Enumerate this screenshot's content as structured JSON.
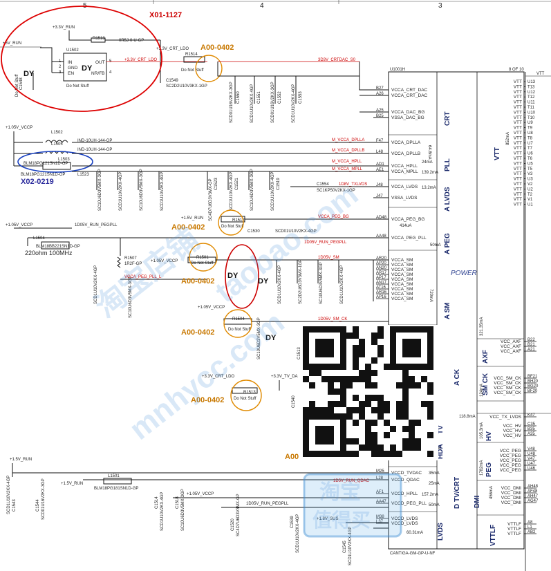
{
  "header": {
    "col5": "5",
    "col4": "4",
    "col3": "3"
  },
  "annotations": {
    "x01": "X01-1127",
    "x02": "X02-0219",
    "a00": "A00-0402",
    "a00_trunc": "A00",
    "power": "POWER",
    "dy": "DY",
    "freq": "220ohm 100MHz"
  },
  "chip": {
    "ref": "U1001H",
    "page": "8 OF 10",
    "part": "CANTIGA-GM-GP-U-NF",
    "vtt_label": "VTT",
    "vtt_current": "852mA",
    "vtt_pins": [
      "U13",
      "T13",
      "U12",
      "T12",
      "U11",
      "T11",
      "U10",
      "T10",
      "U9",
      "T9",
      "U8",
      "T8",
      "U7",
      "T7",
      "U6",
      "T6",
      "U5",
      "T5",
      "V3",
      "U3",
      "V2",
      "U2",
      "T2",
      "V1",
      "U1"
    ],
    "vtt_net": "VTT"
  },
  "left_pins": [
    {
      "pin": "B27",
      "name": "VCCA_CRT_DAC"
    },
    {
      "pin": "A26",
      "name": "VCCA_CRT_DAC"
    },
    {
      "pin": "A25",
      "name": "VCCA_DAC_BG"
    },
    {
      "pin": "B25",
      "name": "VSSA_DAC_BG"
    },
    {
      "pin": "F47",
      "name": "VCCA_DPLLA"
    },
    {
      "pin": "L48",
      "name": "VCCA_DPLLB"
    },
    {
      "pin": "AD1",
      "name": "VCCA_HPLL"
    },
    {
      "pin": "AE1",
      "name": "VCCA_MPLL"
    },
    {
      "pin": "J48",
      "name": "VCCA_LVDS"
    },
    {
      "pin": "J47",
      "name": "VSSA_LVDS"
    },
    {
      "pin": "AD48",
      "name": "VCCA_PEG_BG"
    },
    {
      "pin": "AA48",
      "name": "VCCA_PEG_PLL"
    },
    {
      "pin": "AR20",
      "name": "VCCA_SM"
    },
    {
      "pin": "AP20",
      "name": "VCCA_SM"
    },
    {
      "pin": "AN20",
      "name": "VCCA_SM"
    },
    {
      "pin": "AR17",
      "name": "VCCA_SM"
    },
    {
      "pin": "AP17",
      "name": "VCCA_SM"
    },
    {
      "pin": "AN17",
      "name": "VCCA_SM"
    },
    {
      "pin": "AT16",
      "name": "VCCA_SM"
    },
    {
      "pin": "AR16",
      "name": "VCCA_SM"
    },
    {
      "pin": "AP16",
      "name": "VCCA_SM"
    },
    {
      "pin": "M25",
      "name": "VCCD_TVDAC"
    },
    {
      "pin": "L28",
      "name": "VCCD_QDAC"
    },
    {
      "pin": "AF1",
      "name": "VCCD_HPLL"
    },
    {
      "pin": "AA47",
      "name": "VCCD_PEG_PLL"
    },
    {
      "pin": "M38",
      "name": "VCCD_LVDS"
    },
    {
      "pin": "L37",
      "name": "VCCD_LVDS"
    }
  ],
  "right_pins": [
    {
      "pin": "B22",
      "name": "VCC_AXF"
    },
    {
      "pin": "B21",
      "name": "VCC_AXF"
    },
    {
      "pin": "A21",
      "name": "VCC_AXF"
    },
    {
      "pin": "BF21",
      "name": "VCC_SM_CK"
    },
    {
      "pin": "BH20",
      "name": "VCC_SM_CK"
    },
    {
      "pin": "BG20",
      "name": "VCC_SM_CK"
    },
    {
      "pin": "BF20",
      "name": "VCC_SM_CK"
    },
    {
      "pin": "K47",
      "name": "VCC_TX_LVDS"
    },
    {
      "pin": "C35",
      "name": "VCC_HV"
    },
    {
      "pin": "B35",
      "name": "VCC_HV"
    },
    {
      "pin": "A35",
      "name": "VCC_HV"
    },
    {
      "pin": "V48",
      "name": "VCC_PEG"
    },
    {
      "pin": "U48",
      "name": "VCC_PEG"
    },
    {
      "pin": "V47",
      "name": "VCC_PEG"
    },
    {
      "pin": "U47",
      "name": "VCC_PEG"
    },
    {
      "pin": "U46",
      "name": "VCC_PEG"
    },
    {
      "pin": "AH48",
      "name": "VCC_DMI"
    },
    {
      "pin": "AF48",
      "name": "VCC_DMI"
    },
    {
      "pin": "AH47",
      "name": "VCC_DMI"
    },
    {
      "pin": "AG47",
      "name": "VCC_DMI"
    },
    {
      "pin": "A8",
      "name": "VTTLF"
    },
    {
      "pin": "L1",
      "name": "VTTLF"
    },
    {
      "pin": "AB2",
      "name": "VTTLF"
    }
  ],
  "groups": {
    "crt": "CRT",
    "pll": "PLL",
    "a_lvds": "A LVDS",
    "a_peg": "A PEG",
    "a_sm": "A SM",
    "a_ck": "A CK",
    "tv": "TV",
    "hda": "HDA",
    "d_tv_crt": "D TV/CRT",
    "lvds": "LVDS",
    "axf": "AXF",
    "sm_ck": "SM CK",
    "hv": "HV",
    "peg": "PEG",
    "dmi": "DMI",
    "vttlf": "VTTLF"
  },
  "currents": {
    "hpll": "24mA",
    "mpll": "139.2mA",
    "lvds": "13.2mA",
    "peg_bg": "414uA",
    "peg_pll": "50mA",
    "sm": "720mA",
    "dpll": "64.8mA",
    "tvdac": "35mA",
    "qdac": "25mA",
    "dhpll": "157.2mA",
    "dpeg_pll": "50mA",
    "dlvds": "60.31mA",
    "tx_lvds": "118.8mA",
    "axf": "321.35mA",
    "sm_ck": "124mA",
    "hv": "105.3mA",
    "peg": "1782mA",
    "dmi": "456mA",
    "hda": "50mA"
  },
  "regulator": {
    "ref": "U1502",
    "pins": [
      "IN",
      "GND",
      "EN",
      "OUT",
      "NR/FB"
    ],
    "nums": [
      "1",
      "2",
      "3",
      "5",
      "4"
    ],
    "stuff": "Do Not Stuff",
    "in_net": "+3.3V_RUN",
    "run_net": "+5V_RUN",
    "r1518": "R1518",
    "r1518_val": "0R5J-0-U-GP",
    "out_net": "+3.3V_CRT_LDO",
    "out_net_red": "+3.3V_CRT_LDO",
    "c1548": "C1548",
    "c1549": "C1549",
    "c1549_val": "SC2D2U10V3KX-1GP"
  },
  "nets": {
    "crtdac": "3D3V_CRTDAC_S0",
    "vcca_dplla": "M_VCCA_DPLLA",
    "vcca_dpllb": "M_VCCA_DPLLB",
    "vcca_hpll": "M_VCCA_HPLL",
    "vcca_mpll": "M_VCCA_MPLL",
    "vcca_lvds": "1D8V_TXLVDS",
    "peg_bg": "VCCA_PEG_BG",
    "peg_pll": "1D05V_RUN_PEGPLL",
    "peg_pll_l": "VCCA_PEG_PLL_L",
    "sm": "1D05V_SM",
    "sm_ck": "1D05V_SM_CK",
    "tv_da": "+3.3V_TV_DA",
    "qdac": "1D5V_RUN_QDAC",
    "v105": "+1.05V_VCCP",
    "v15run": "+1.5V_RUN",
    "v18sus": "+1.8V_SUS",
    "run_pegpll": "1D05V_RUN_PEGPLL",
    "crt_ldo": "+3.3V_CRT_LDO",
    "run15": "+1.5V_RUN"
  },
  "parts": {
    "l1502": "L1502",
    "l1502_val": "IND-10UH-144-GP",
    "l1505": "L1505",
    "l1505_val": "IND-10UH-144-GP",
    "l1503": "L1503",
    "l1523": "L1523",
    "bead_val": "BLM18PG121SN1D-GP",
    "l1504": "L1504",
    "l1504_val": "BLM18BB221SN1D-GP",
    "l1501": "L1501",
    "l1501_val": "BLM18PG181SN1D-GP",
    "r1514": "R1514",
    "r1512": "R1512",
    "r1501": "R1501",
    "r1504": "R1504",
    "r1513": "R1513",
    "r1507": "R1507",
    "r1507_val": "1R2F-GP",
    "dns": "Do Not Stuff",
    "c1554": "C1554",
    "c1554_val": "SC1KP50V2KX-1GP",
    "c1530": "C1530",
    "c1530_val": "SCD01U10V2KX-4GP",
    "c1528": "C1528",
    "c1528_val": "SC4D7U6D3V3MX-GP",
    "c1545": "C1545",
    "c1545_val": "SCD1U10V2KX-4GP",
    "cap_val1": "SCD1U10V2KX-4GP",
    "cap_val2": "SC10U6D3V5MX-3GP",
    "cap_val3": "SCD01U16V2KX-3GP",
    "cap_val4": "SC2D2U6D3V3MX-1GP",
    "c1550": "C1550",
    "c1551": "C1551",
    "c1552": "C1552",
    "c1553": "C1553",
    "c1543": "C1543",
    "c1544": "C1544",
    "c1514": "C1514",
    "c1518": "C1518",
    "c1520": "C1520",
    "c1539": "C1539",
    "c1540": "C1540",
    "c1513": "C1513",
    "c1519": "C1519",
    "c1521": "C1521",
    "c1523": "C1523"
  },
  "watermark": [
    "淘宝店铺",
    "taobao.com",
    "mnhycc.com",
    "淘宝",
    "值得买"
  ]
}
